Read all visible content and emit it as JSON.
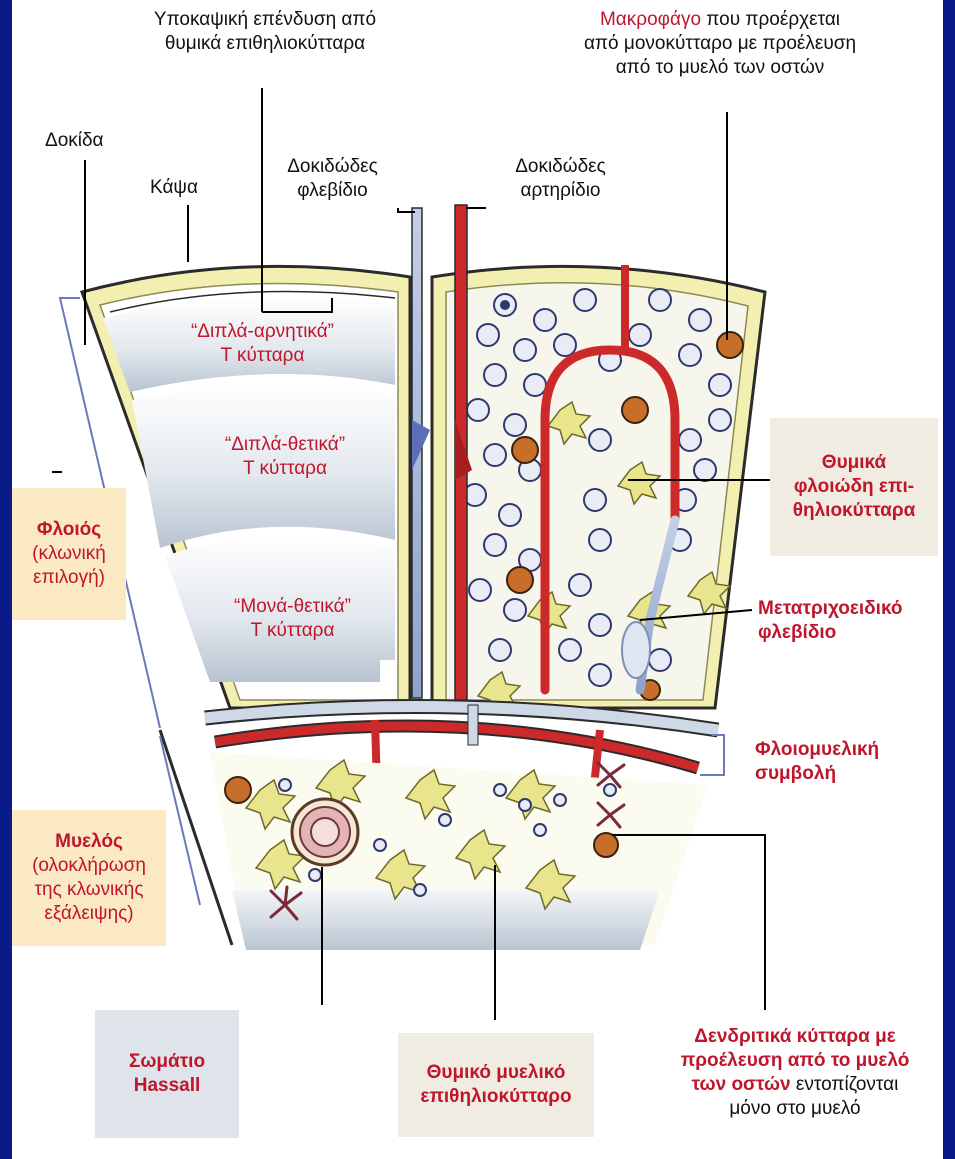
{
  "labels": {
    "capsule_lining": [
      "Υποκαψική επένδυση από",
      "θυμικά επιθηλιοκύτταρα"
    ],
    "macrophage_red": "Μακροφάγο",
    "macrophage_rest": [
      " που προέρχεται",
      "από μονοκύτταρο με προέλευση",
      "από το μυελό των οστών"
    ],
    "trabecula": "Δοκίδα",
    "capsule": "Κάψα",
    "trabecular_venule": [
      "Δοκιδώδες",
      "φλεβίδιο"
    ],
    "trabecular_arteriole": [
      "Δοκιδώδες",
      "αρτηρίδιο"
    ],
    "double_negative": [
      "“Διπλά-αρνητικά”",
      "Τ κύτταρα"
    ],
    "double_positive": [
      "“Διπλά-θετικά”",
      "Τ κύτταρα"
    ],
    "single_positive": [
      "“Μονά-θετικά”",
      "Τ κύτταρα"
    ],
    "cortical_epithelial": [
      "Θυμικά",
      "φλοιώδη επι-",
      "θηλιοκύτταρα"
    ],
    "postcapillary_venule": [
      "Μετατριχοειδικό",
      "φλεβίδιο"
    ],
    "corticomedullary_junction": [
      "Φλοιομυελική",
      "συμβολή"
    ],
    "cortex": [
      "Φλοιός",
      "(κλωνική",
      "επιλογή)"
    ],
    "medulla": [
      "Μυελός",
      "(ολοκλήρωση",
      "της κλωνικής",
      "εξάλειψης)"
    ],
    "hassall": [
      "Σωμάτιο",
      "Hassall"
    ],
    "medullary_epithelial": [
      "Θυμικό μυελικό",
      "επιθηλιοκύτταρο"
    ],
    "dendritic_red": [
      "Δενδριτικά κύτταρα με",
      "προέλευση από το μυελό",
      "των οστών"
    ],
    "dendritic_rest": [
      " εντοπίζονται",
      "μόνο στο μυελό"
    ]
  },
  "colors": {
    "border_blue": "#0a1a88",
    "label_red": "#c0162c",
    "cortex_box": "#fbe9c4",
    "hassall_box": "#dfe4ea",
    "medullary_box": "#f1ece2",
    "capsule_fill": "#f3efb0",
    "artery": "#cc2a2a",
    "vein": "#a9b8d8",
    "tissue_grey": "#c9d3df"
  }
}
